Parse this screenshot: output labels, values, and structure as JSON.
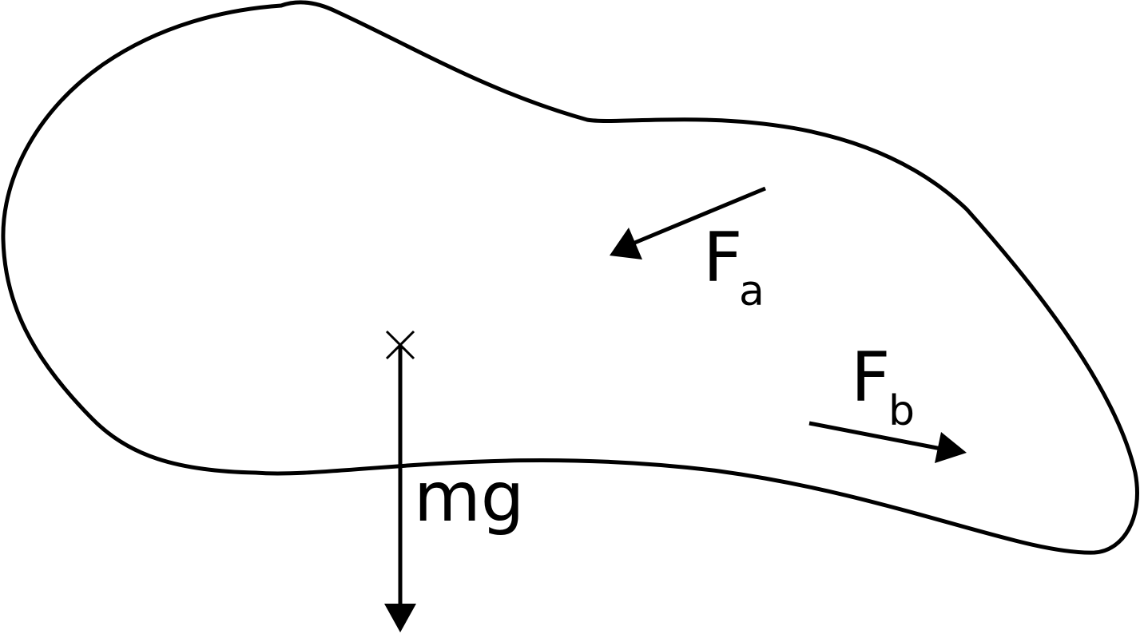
{
  "diagram": {
    "forces": {
      "fa": {
        "symbol": "F",
        "subscript": "a"
      },
      "fb": {
        "symbol": "F",
        "subscript": "b"
      },
      "weight": {
        "label": "mg"
      }
    },
    "colors": {
      "stroke": "#000000",
      "background": "#ffffff"
    },
    "icons": {
      "center_of_mass_marker": "cross-x"
    }
  }
}
